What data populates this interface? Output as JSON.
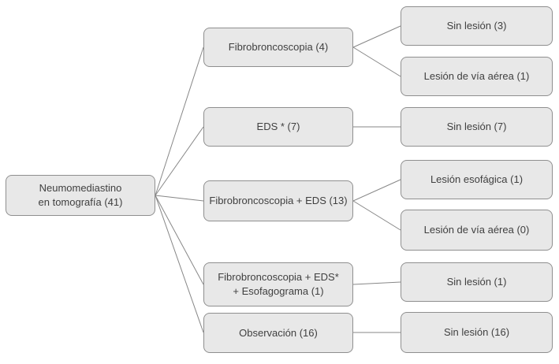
{
  "diagram": {
    "type": "flowchart",
    "language": "es",
    "colors": {
      "box_fill": "#e8e8e8",
      "box_border": "#8f8f8f",
      "line": "#878787",
      "text": "#404040",
      "background": "#ffffff"
    },
    "nodes": {
      "root": {
        "id": "neumomediastino",
        "label": "Neumomediastino\nen tomografía (41)"
      },
      "level2": [
        {
          "id": "fibrobroncoscopia",
          "label": "Fibrobroncoscopia (4)"
        },
        {
          "id": "eds",
          "label": "EDS * (7)"
        },
        {
          "id": "fibrobroncoscopia-eds",
          "label": "Fibrobroncoscopia + EDS (13)"
        },
        {
          "id": "fibrobroncoscopia-eds-esofagograma",
          "label": "Fibrobroncoscopia + EDS*\n+ Esofagograma (1)"
        },
        {
          "id": "observacion",
          "label": "Observación (16)"
        }
      ],
      "level3": [
        {
          "id": "sin-lesion-3",
          "label": "Sin lesión (3)"
        },
        {
          "id": "lesion-via-aerea-1",
          "label": "Lesión de vía aérea (1)"
        },
        {
          "id": "sin-lesion-7",
          "label": "Sin lesión (7)"
        },
        {
          "id": "lesion-esofagica-1",
          "label": "Lesión esofágica (1)"
        },
        {
          "id": "lesion-via-aerea-0",
          "label": "Lesión de vía aérea (0)"
        },
        {
          "id": "sin-lesion-1",
          "label": "Sin lesión (1)"
        },
        {
          "id": "sin-lesion-16",
          "label": "Sin lesión (16)"
        }
      ]
    },
    "edges": [
      {
        "from": "neumomediastino",
        "to": "fibrobroncoscopia"
      },
      {
        "from": "neumomediastino",
        "to": "eds"
      },
      {
        "from": "neumomediastino",
        "to": "fibrobroncoscopia-eds"
      },
      {
        "from": "neumomediastino",
        "to": "fibrobroncoscopia-eds-esofagograma"
      },
      {
        "from": "neumomediastino",
        "to": "observacion"
      },
      {
        "from": "fibrobroncoscopia",
        "to": "sin-lesion-3"
      },
      {
        "from": "fibrobroncoscopia",
        "to": "lesion-via-aerea-1"
      },
      {
        "from": "eds",
        "to": "sin-lesion-7"
      },
      {
        "from": "fibrobroncoscopia-eds",
        "to": "lesion-esofagica-1"
      },
      {
        "from": "fibrobroncoscopia-eds",
        "to": "lesion-via-aerea-0"
      },
      {
        "from": "fibrobroncoscopia-eds-esofagograma",
        "to": "sin-lesion-1"
      },
      {
        "from": "observacion",
        "to": "sin-lesion-16"
      }
    ]
  }
}
